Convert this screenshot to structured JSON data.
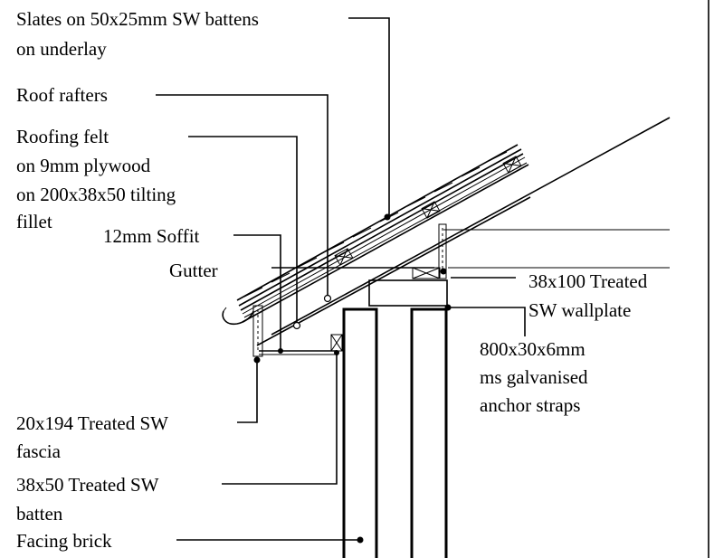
{
  "labels": {
    "slates_1": "Slates on 50x25mm SW battens",
    "slates_2": "on underlay",
    "rafters": "Roof rafters",
    "felt_1": "Roofing felt",
    "felt_2": "on 9mm plywood",
    "felt_3": "on 200x38x50 tilting",
    "felt_4": "fillet",
    "soffit": "12mm Soffit",
    "gutter": "Gutter",
    "wallplate_1": "38x100 Treated",
    "wallplate_2": "SW wallplate",
    "straps_1": "800x30x6mm",
    "straps_2": "ms galvanised",
    "straps_3": "anchor straps",
    "fascia_1": "20x194 Treated SW",
    "fascia_2": "fascia",
    "batten_1": "38x50 Treated SW",
    "batten_2": "batten",
    "brick": "Facing brick"
  }
}
